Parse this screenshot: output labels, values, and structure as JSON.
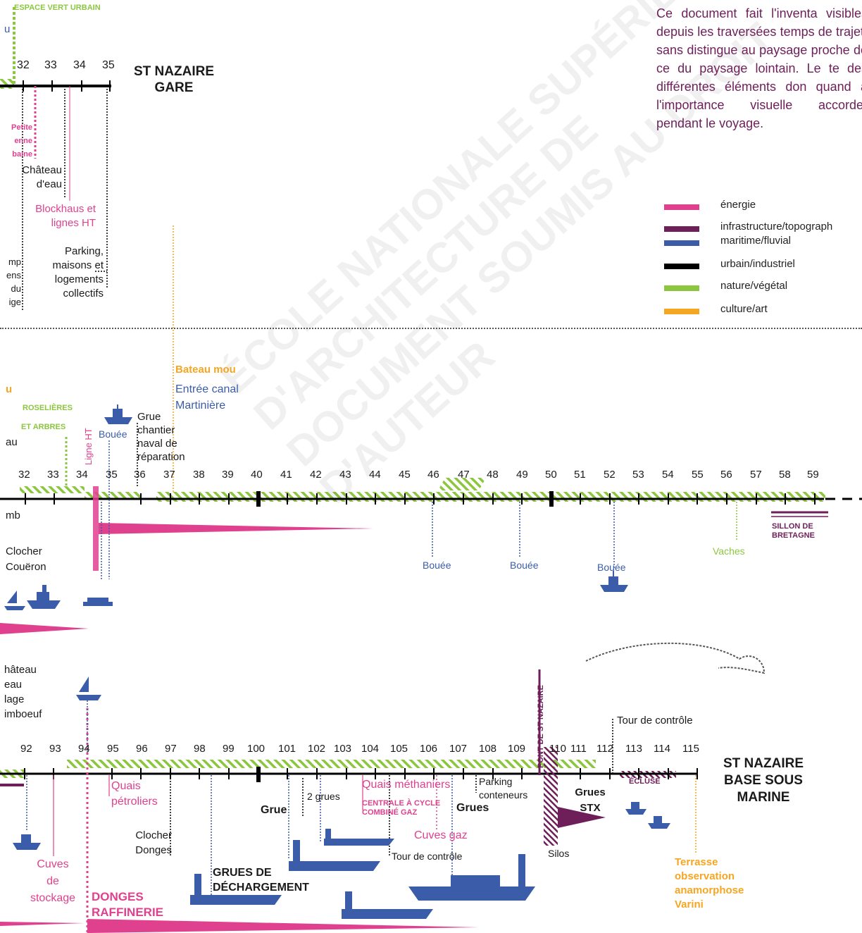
{
  "intro": "Ce document fait l'inventa visibles depuis les traversées temps de trajet, sans distingue au paysage proche de ce du paysage lointain. Le te des différentes éléments don quand à l'importance visuelle accorder pendant le voyage.",
  "legend": [
    {
      "label": "énergie",
      "color": "#e0418f"
    },
    {
      "label": "infrastructure/topograph",
      "color": "#6e1f5a"
    },
    {
      "label": "maritime/fluvial",
      "color": "#3b5ca8"
    },
    {
      "label": "urbain/industriel",
      "color": "#000000"
    },
    {
      "label": "nature/végétal",
      "color": "#8cc63f"
    },
    {
      "label": "culture/art",
      "color": "#f5a623"
    }
  ],
  "strip1": {
    "espace_vert": "ESPACE VERT URBAIN",
    "cut_u": "u",
    "ticks": [
      "32",
      "33",
      "34",
      "35"
    ],
    "terminal_l1": "ST NAZAIRE",
    "terminal_l2": "GARE",
    "petite_antenne": [
      "Petite",
      "enne",
      "baine"
    ],
    "chateau": [
      "Château",
      "d'eau"
    ],
    "blockhaus": [
      "Blockhaus et",
      "lignes HT"
    ],
    "parking": [
      "Parking,",
      "maisons et",
      "logements",
      "collectifs"
    ],
    "cut_left": [
      "mp",
      "ens",
      "du",
      "ige"
    ]
  },
  "strip2": {
    "cut_u": "u",
    "roselieres": "ROSELIÈRES",
    "et_arbres": "ET ARBRES",
    "cut_au": "au",
    "ligne_ht": "Ligne HT",
    "bouee": "Bouée",
    "grue_chantier": [
      "Grue",
      "chantier",
      "naval de",
      "réparation"
    ],
    "bateau_mou": "Bateau mou",
    "entree_canal": [
      "Entrée canal",
      "Martinière"
    ],
    "ticks": [
      "32",
      "33",
      "34",
      "35",
      "36",
      "37",
      "38",
      "39",
      "40",
      "41",
      "42",
      "43",
      "44",
      "45",
      "46",
      "47",
      "48",
      "49",
      "50",
      "51",
      "52",
      "53",
      "54",
      "55",
      "56",
      "57",
      "58",
      "59"
    ],
    "cut_mb": "mb",
    "clocher": [
      "Clocher",
      "Couëron"
    ],
    "bouees": [
      "Bouée",
      "Bouée",
      "Bouée"
    ],
    "vaches": "Vaches",
    "sillon": [
      "SILLON DE",
      "BRETAGNE"
    ]
  },
  "strip3": {
    "chateau_cut": [
      "hâteau",
      "eau",
      "lage",
      "imboeuf"
    ],
    "pont": "PONT DE ST NAZAIRE",
    "tour_controle_top": "Tour de contrôle",
    "ticks": [
      "92",
      "93",
      "94",
      "95",
      "96",
      "97",
      "98",
      "99",
      "100",
      "101",
      "102",
      "103",
      "104",
      "105",
      "106",
      "107",
      "108",
      "109",
      "110",
      "111",
      "112",
      "113",
      "114",
      "115"
    ],
    "terminal": [
      "ST NAZAIRE",
      "BASE SOUS",
      "MARINE"
    ],
    "quais_petroliers": [
      "Quais",
      "pétroliers"
    ],
    "clocher_donges": [
      "Clocher",
      "Donges"
    ],
    "cuves_stockage": [
      "Cuves",
      "de",
      "stockage"
    ],
    "donges": [
      "DONGES",
      "RAFFINERIE"
    ],
    "grues_dechargement": [
      "GRUES DE",
      "DÉCHARGEMENT"
    ],
    "grue": "Grue",
    "deux_grues": "2 grues",
    "quais_methaniers": "Quais méthaniers",
    "centrale": [
      "CENTRALE À CYCLE",
      "COMBINÉ GAZ"
    ],
    "grues": "Grues",
    "cuves_gaz": "Cuves gaz",
    "tour_controle": "Tour de contrôle",
    "parking_conteneurs": [
      "Parking",
      "conteneurs"
    ],
    "grues_stx": [
      "Grues",
      "STX"
    ],
    "silos": "Silos",
    "ecluse": "ÉCLUSE",
    "terrasse": [
      "Terrasse",
      "observation",
      "anamorphose",
      "Varini"
    ]
  },
  "watermark": [
    "ÉCOLE NATIONALE SUPÉRIEURE D'ARCHITECTURE DE",
    "DOCUMENT SOUMIS AU DROIT D'AUTEUR"
  ]
}
